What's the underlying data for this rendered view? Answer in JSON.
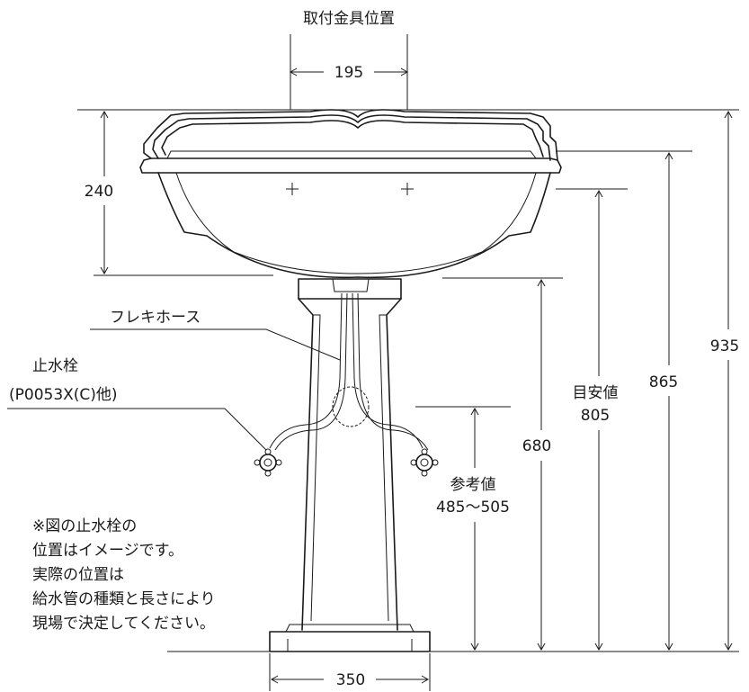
{
  "title": "取付金具位置",
  "dimensions": {
    "bracket_spacing": "195",
    "bowl_height": "240",
    "base_width": "350",
    "drain_height": "680",
    "rim_height": "865",
    "overall_height": "935"
  },
  "labels": {
    "flex_hose": "フレキホース",
    "stop_valve": "止水栓",
    "stop_valve_model": "(P0053X(C)他)",
    "guide_value_title": "目安値",
    "guide_value": "805",
    "reference_title": "参考値",
    "reference_range": "485～505"
  },
  "note_lines": [
    "※図の止水栓の",
    "位置はイメージです。",
    "実際の位置は",
    "給水管の種類と長さにより",
    "現場で決定してください。"
  ]
}
